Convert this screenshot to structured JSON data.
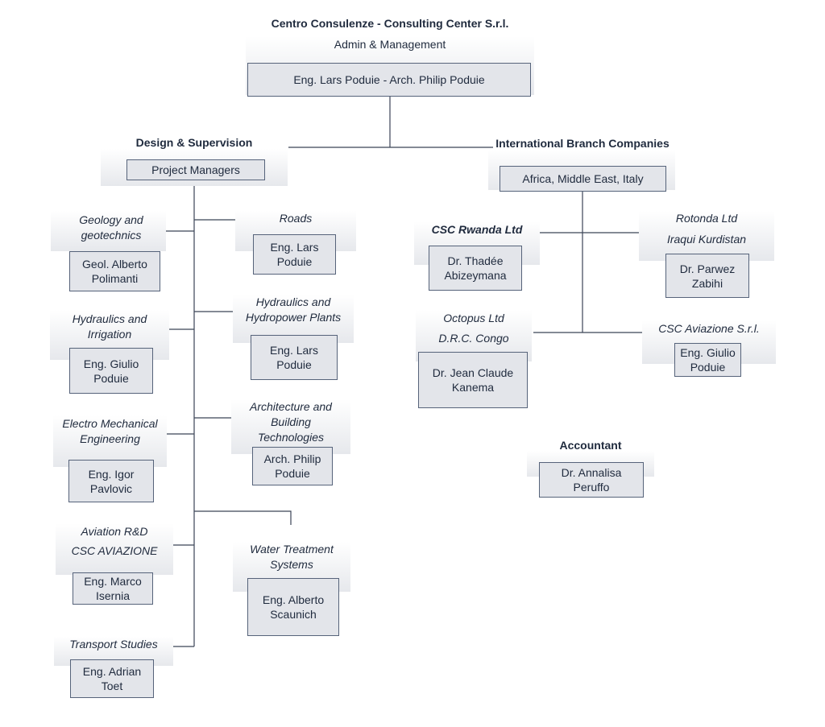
{
  "header": {
    "company": "Centro Consulenze - Consulting Center S.r.l.",
    "admin_label": "Admin & Management",
    "directors": "Eng. Lars  Poduie - Arch. Philip Poduie"
  },
  "design": {
    "title": "Design & Supervision",
    "box": "Project Managers",
    "left": [
      {
        "label": "Geology and\ngeotechnics",
        "person": "Geol. Alberto\nPolimanti"
      },
      {
        "label": "Hydraulics and\nIrrigation",
        "person": "Eng. Giulio\nPoduie"
      },
      {
        "label": "Electro Mechanical\nEngineering",
        "person": "Eng. Igor\nPavlovic"
      },
      {
        "label": "Aviation R&D",
        "label2": "CSC AVIAZIONE",
        "person": "Eng. Marco\nIsernia"
      },
      {
        "label": "Transport Studies",
        "person": "Eng. Adrian\nToet"
      }
    ],
    "right": [
      {
        "label": "Roads",
        "person": "Eng. Lars\nPoduie"
      },
      {
        "label": "Hydraulics and\nHydropower Plants",
        "person": "Eng. Lars\nPoduie"
      },
      {
        "label": "Architecture and\nBuilding\nTechnologies",
        "person": "Arch. Philip\nPoduie"
      },
      {
        "label": "Water Treatment\nSystems",
        "person": "Eng. Alberto\nScaunich"
      }
    ]
  },
  "international": {
    "title": "International Branch Companies",
    "box": "Africa, Middle East, Italy",
    "branches": [
      {
        "label": "CSC Rwanda Ltd",
        "person": "Dr. Thadée\nAbizeymana"
      },
      {
        "label": "Octopus Ltd",
        "label2": "D.R.C. Congo",
        "person": "Dr. Jean Claude\nKanema"
      },
      {
        "label": "Rotonda Ltd",
        "label2": "Iraqui Kurdistan",
        "person": "Dr. Parwez\nZabihi"
      },
      {
        "label": "CSC Aviazione S.r.l.",
        "person": "Eng. Giulio\nPoduie"
      }
    ]
  },
  "accountant": {
    "title": "Accountant",
    "person": "Dr. Annalisa\nPeruffo"
  },
  "colors": {
    "box_fill": "#e3e5ea",
    "box_border": "#56637a",
    "line": "#3b4456",
    "text": "#1f2a3d"
  }
}
